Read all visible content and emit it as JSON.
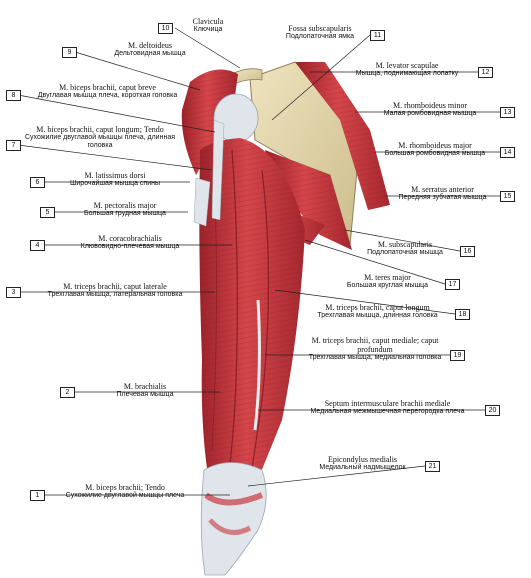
{
  "labels": [
    {
      "n": "1",
      "la": "M. biceps brachii; Tendo",
      "ru": "Сухожилие двуглавой мышцы плеча"
    },
    {
      "n": "2",
      "la": "M. brachialis",
      "ru": "Плечевая мышца"
    },
    {
      "n": "3",
      "la": "M. triceps brachii, caput laterale",
      "ru": "Трехглавая мышца, латеральная головка"
    },
    {
      "n": "4",
      "la": "M. coracobrachialis",
      "ru": "Клювовидно-плечевая мышца"
    },
    {
      "n": "5",
      "la": "M. pectoralis major",
      "ru": "Большая грудная мышца"
    },
    {
      "n": "6",
      "la": "M. latissimus dorsi",
      "ru": "Широчайшая мышца спины"
    },
    {
      "n": "7",
      "la": "M. biceps brachii, caput longum; Tendo",
      "ru": "Сухожилие двуглавой мышцы плеча, длинная головка"
    },
    {
      "n": "8",
      "la": "M. biceps brachii, caput breve",
      "ru": "Двуглавая мышца плеча, короткая головка"
    },
    {
      "n": "9",
      "la": "M. deltoideus",
      "ru": "Дельтовидная мышца"
    },
    {
      "n": "10",
      "la": "Clavicula",
      "ru": "Ключица"
    },
    {
      "n": "11",
      "la": "Fossa subscapularis",
      "ru": "Подлопаточная ямка"
    },
    {
      "n": "12",
      "la": "M. levator scapulae",
      "ru": "Мышца, поднимающая лопатку"
    },
    {
      "n": "13",
      "la": "M. rhomboideus minor",
      "ru": "Малая ромбовидная мышца"
    },
    {
      "n": "14",
      "la": "M. rhomboideus major",
      "ru": "Большая ромбовидная мышца"
    },
    {
      "n": "15",
      "la": "M. serratus anterior",
      "ru": "Передняя зубчатая мышца"
    },
    {
      "n": "16",
      "la": "M. subscapularis",
      "ru": "Подлопаточная мышца"
    },
    {
      "n": "17",
      "la": "M. teres major",
      "ru": "Большая круглая мышца"
    },
    {
      "n": "18",
      "la": "M. triceps brachii, caput longum",
      "ru": "Трехглавая мышца, длинная головка"
    },
    {
      "n": "19",
      "la": "M. triceps brachii, caput mediale; caput profundum",
      "ru": "Трехглавая мышца, медиальная головка"
    },
    {
      "n": "20",
      "la": "Septum intermusculare brachii mediale",
      "ru": "Медиальная межмышечная перегородка плеча"
    },
    {
      "n": "21",
      "la": "Epicondylus medialis",
      "ru": "Медиальный надмыщелок"
    }
  ],
  "colors": {
    "muscle": "#c8383d",
    "muscle_dark": "#8f1f26",
    "tendon": "#d8dfe6",
    "bone": "#e8dcb4",
    "line": "#222222"
  }
}
